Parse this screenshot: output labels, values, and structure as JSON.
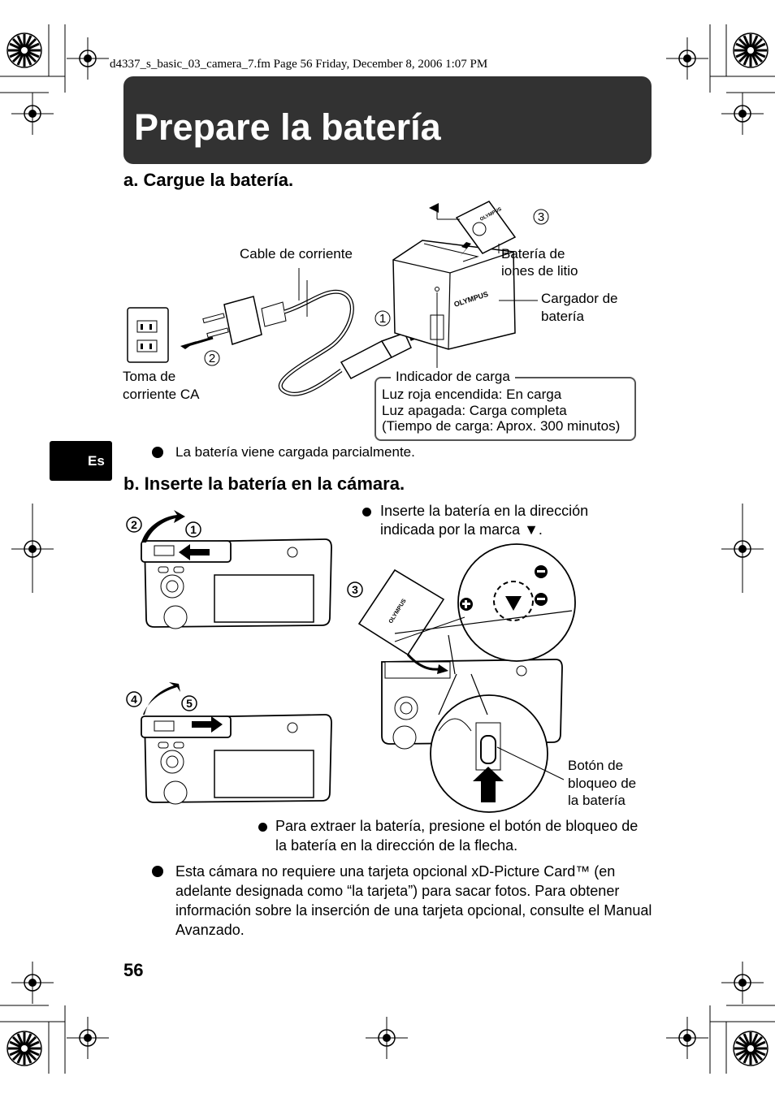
{
  "header": {
    "file_line": "d4337_s_basic_03_camera_7.fm  Page 56  Friday, December 8, 2006  1:07 PM"
  },
  "title": "Prepare la batería",
  "language_tab": "Es",
  "section_a": {
    "heading": "a.  Cargue la batería.",
    "labels": {
      "power_cable": "Cable de corriente",
      "battery_line1": "Batería de",
      "battery_line2": "iones de litio",
      "charger_line1": "Cargador de",
      "charger_line2": "batería",
      "outlet_line1": "Toma de",
      "outlet_line2": "corriente CA",
      "charge_indicator": "Indicador de carga",
      "brand": "OLYMPUS"
    },
    "steps": [
      "1",
      "2",
      "3"
    ],
    "info_lines": [
      "Luz roja encendida: En carga",
      "Luz apagada: Carga completa",
      "(Tiempo de carga: Aprox. 300 minutos)"
    ],
    "note": "La batería viene cargada parcialmente."
  },
  "section_b": {
    "heading": "b.  Inserte la batería en la cámara.",
    "steps": [
      "1",
      "2",
      "3",
      "4",
      "5"
    ],
    "bullet_insert_line1": "Inserte la batería en la dirección",
    "bullet_insert_line2": "indicada por la marca ▼.",
    "lock_label_line1": "Botón de",
    "lock_label_line2": "bloqueo de",
    "lock_label_line3": "la batería",
    "bullet_remove": "Para extraer la batería, presione el botón de bloqueo de la batería en la dirección de la flecha."
  },
  "footer_note": "Esta cámara no requiere una tarjeta opcional xD-Picture Card™ (en adelante designada como “la tarjeta”) para sacar fotos. Para obtener información sobre la inserción de una tarjeta opcional, consulte el Manual Avanzado.",
  "page_number": "56"
}
